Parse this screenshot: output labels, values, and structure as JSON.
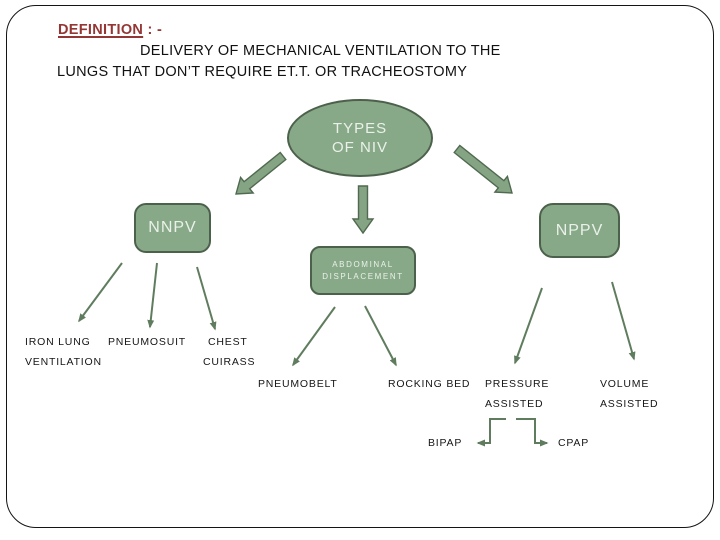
{
  "slide": {
    "title": {
      "keyword": "DEFINITION",
      "punctuation": " : -",
      "line2": "DELIVERY OF MECHANICAL VENTILATION TO THE",
      "line3": "LUNGS THAT DON’T REQUIRE ET.T. OR TRACHEOSTOMY"
    },
    "diagram": {
      "root_line1": "TYPES",
      "root_line2": "OF NIV",
      "left_branch": "NNPV",
      "right_branch": "NPPV",
      "middle_branch_line1": "ABDOMINAL",
      "middle_branch_line2": "DISPLACEMENT",
      "leaves": {
        "iron_lung_line1": "IRON LUNG",
        "iron_lung_line2": "VENTILATION",
        "pneumosuit": "PNEUMOSUIT",
        "chest_line1": "CHEST",
        "chest_line2": "CUIRASS",
        "pneumobelt": "PNEUMOBELT",
        "rocking_bed": "ROCKING BED",
        "pressure_line1": "PRESSURE",
        "pressure_line2": "ASSISTED",
        "volume_line1": "VOLUME",
        "volume_line2": "ASSISTED",
        "bipap": "BIPAP",
        "cpap": "CPAP"
      }
    },
    "colors": {
      "title_red": "#943634",
      "body_text": "#111111",
      "shape_fill": "#88a988",
      "shape_border": "#4c614c",
      "shape_text": "#eaf1ea",
      "connector_green": "#5f7d5e"
    }
  }
}
